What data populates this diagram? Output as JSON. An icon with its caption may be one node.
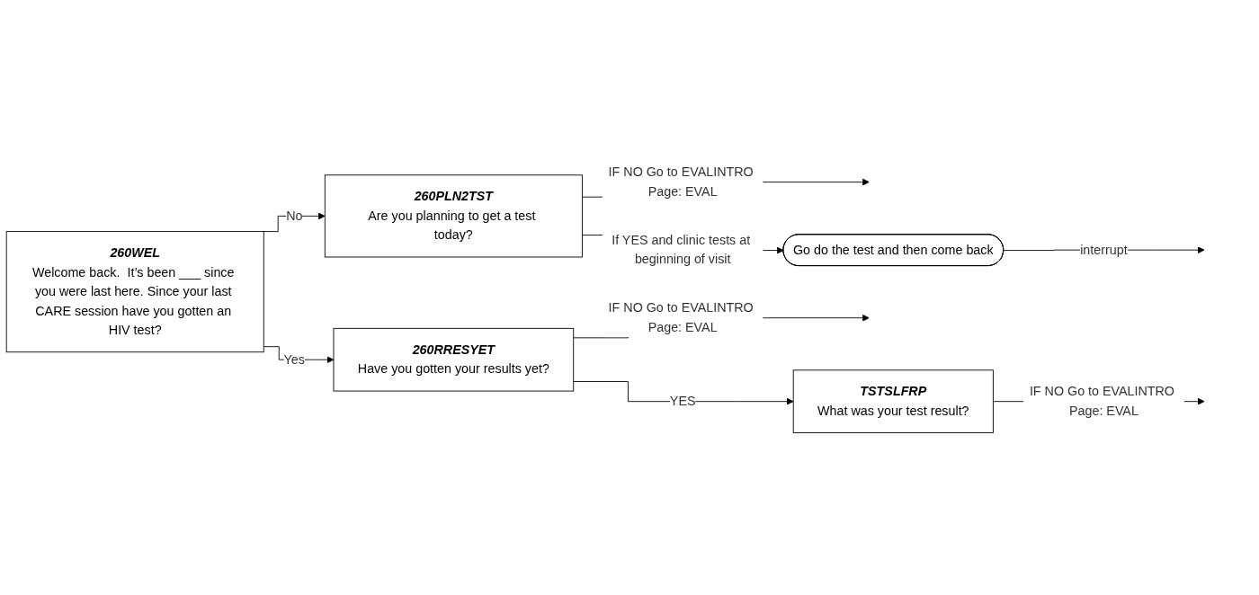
{
  "diagram": {
    "nodes": [
      {
        "text": [
          "260WEL",
          "Welcome back.  It’s been ___ since you were last here. Since your last CARE session have you gotten an HIV test?"
        ]
      },
      {
        "text": [
          "260PLN2TST",
          "Are you planning to get a test today?"
        ]
      },
      {
        "text": [
          "260RRESYET",
          "Have you gotten your results yet?"
        ]
      },
      {
        "text": [
          "TSTSLFRP",
          "What was your test result?"
        ]
      },
      {
        "text": [
          "Go do the test and then come back"
        ]
      }
    ],
    "edges": [
      {
        "from": 0,
        "to": 1,
        "arrow": "to",
        "label": "No"
      },
      {
        "from": 1,
        "to": null,
        "arrow": "to",
        "label": "IF NO Go to EVALINTRO Page: EVAL"
      },
      {
        "from": 1,
        "to": 4,
        "arrow": "to",
        "label": "If YES and clinic tests at beginning of visit"
      },
      {
        "from": 4,
        "to": null,
        "arrow": "to",
        "label": "interrupt"
      },
      {
        "from": 0,
        "to": 2,
        "arrow": "to",
        "label": "Yes"
      },
      {
        "from": 2,
        "to": null,
        "arrow": "to",
        "label": "IF NO Go to EVALINTRO Page: EVAL"
      },
      {
        "from": 2,
        "to": 3,
        "arrow": "to",
        "label": "YES"
      },
      {
        "from": 3,
        "to": null,
        "arrow": "to",
        "label": "IF NO Go to EVALINTRO Page: EVAL"
      }
    ]
  }
}
